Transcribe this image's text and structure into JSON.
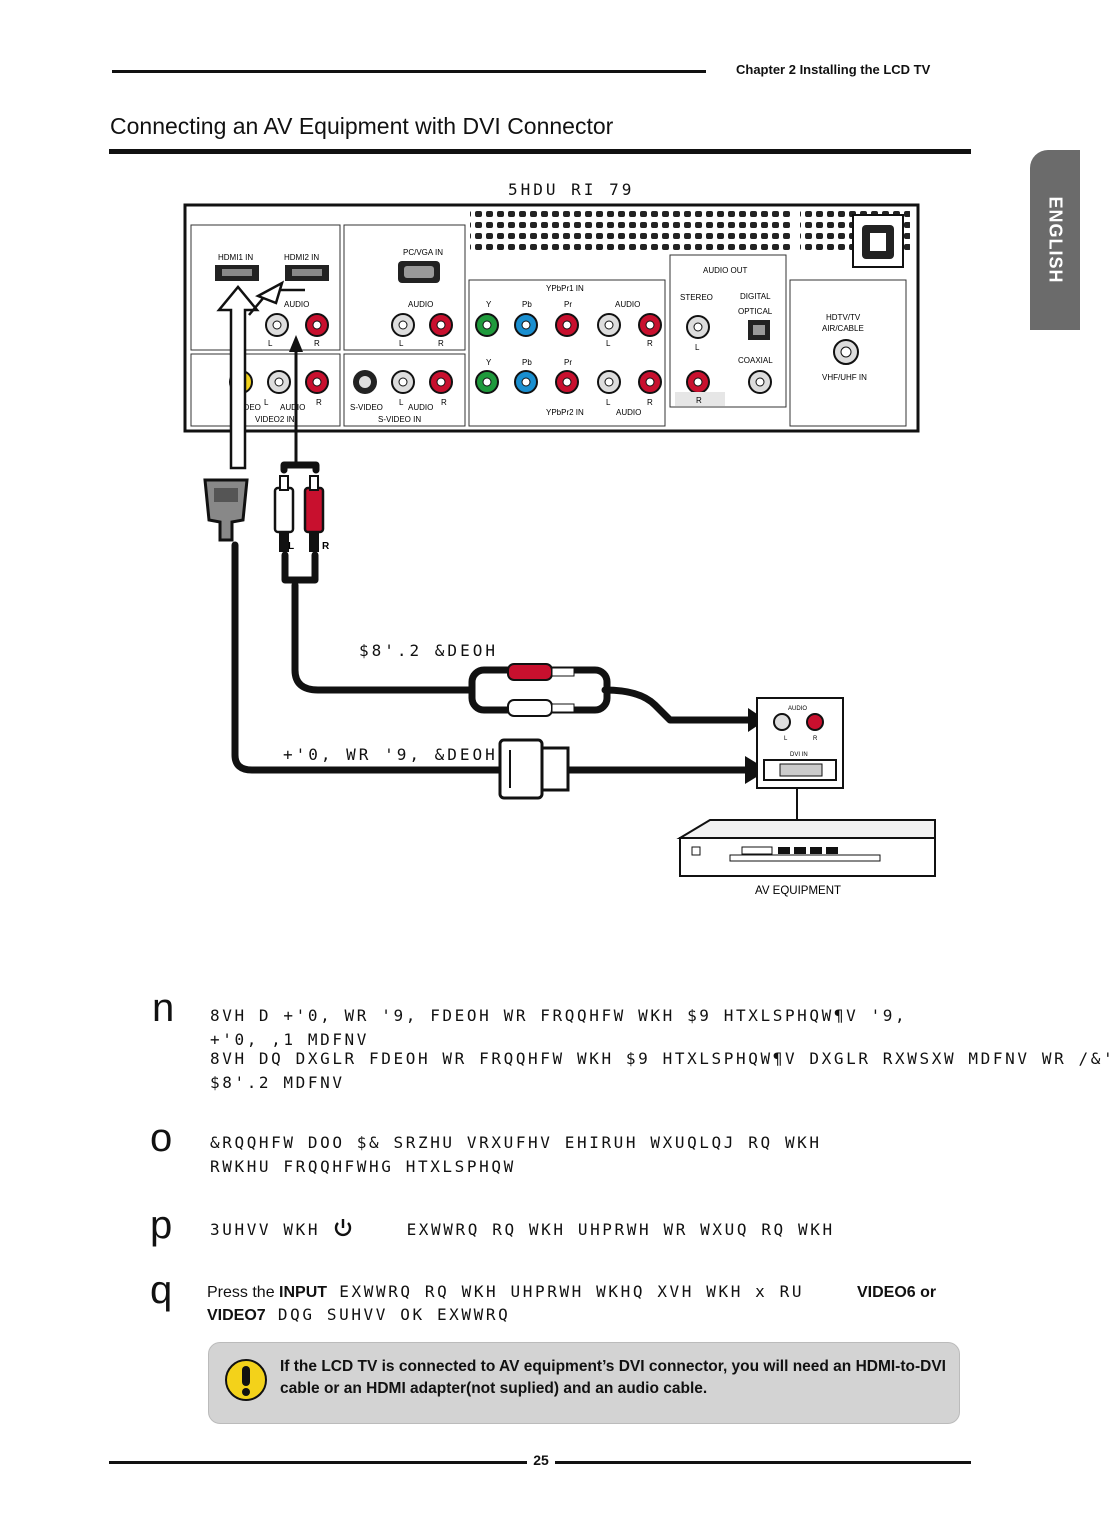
{
  "header": {
    "chapter": "Chapter 2 Installing the LCD TV",
    "title": "Connecting an AV Equipment with DVI Connector"
  },
  "side_tab": "ENGLISH",
  "diagram": {
    "rear_caption": "5HDU RI 79",
    "audio_cable_caption": "$8'.2 &DEOH",
    "hdmi_cable_caption": "+'0, WR '9, &DEOH",
    "panel_labels": {
      "hdmi1": "HDMI1 IN",
      "hdmi2": "HDMI2 IN",
      "pcvga": "PC/VGA IN",
      "audio": "AUDIO",
      "l": "L",
      "r": "R",
      "ypbpr1": "YPbPr1 IN",
      "ypbpr2": "YPbPr2 IN",
      "y": "Y",
      "pb": "Pb",
      "pr": "Pr",
      "audio_out": "AUDIO OUT",
      "stereo": "STEREO",
      "digital": "DIGITAL",
      "optical": "OPTICAL",
      "coaxial": "COAXIAL",
      "hdtv": "HDTV/TV",
      "aircable": "AIR/CABLE",
      "vhfuhf": "VHF/UHF IN",
      "video": "VIDEO",
      "video2in": "VIDEO2 IN",
      "svideo": "S-VIDEO",
      "svideoin": "S-VIDEO IN",
      "dviin": "DVI IN"
    },
    "equipment_label": "AV EQUIPMENT"
  },
  "steps": [
    {
      "num": "n",
      "lines": [
        "8VH D +'0, WR '9, FDEOH WR FRQQHFW WKH $9 HTXLSPHQW¶V '9,",
        "+'0, ,1 MDFNV"
      ]
    },
    {
      "num": "",
      "lines": [
        "8VH DQ DXGLR FDEOH WR FRQQHFW WKH $9 HTXLSPHQW¶V DXGLR RXWSXW MDFNV WR /&'",
        "$8'.2 MDFNV"
      ]
    },
    {
      "num": "o",
      "lines": [
        "&RQQHFW DOO $& SRZHU VRXUFHV EHIRUH WXUQLQJ RQ WKH",
        "RWKHU FRQQHFWHG HTXLSPHQW"
      ]
    },
    {
      "num": "p",
      "lines": [
        "3UHVV WKH",
        "EXWWRQ RQ WKH UHPRWH WR WXUQ RQ WKH"
      ]
    },
    {
      "num": "q",
      "lead": "Press the ",
      "lead_bold": "INPUT",
      "rest": " EXWWRQ RQ WKH UHPRWH WKHQ XVH WKH x RU",
      "alt_word": "VIDEO6 or",
      "line2_bold": "VIDEO7",
      "line2_rest": " DQG SUHVV OK EXWWRQ"
    }
  ],
  "note": "If the LCD TV is connected to AV equipment’s DVI connector, you will need an HDMI-to-DVI cable or an HDMI adapter(not suplied) and an audio cable.",
  "page_number": "25"
}
